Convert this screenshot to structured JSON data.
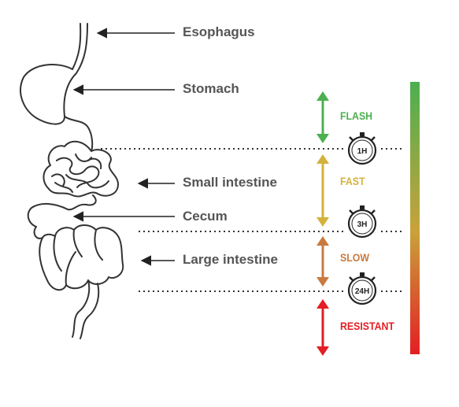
{
  "labels": {
    "esophagus": "Esophagus",
    "stomach": "Stomach",
    "small_intestine": "Small intestine",
    "cecum": "Cecum",
    "large_intestine": "Large intestine"
  },
  "speeds": [
    {
      "label": "FLASH",
      "color": "#4caf50"
    },
    {
      "label": "FAST",
      "color": "#d4b13c"
    },
    {
      "label": "SLOW",
      "color": "#c87a3f"
    },
    {
      "label": "RESISTANT",
      "color": "#e31e24"
    }
  ],
  "timers": [
    "1H",
    "3H",
    "24H"
  ],
  "gradient": {
    "top_color": "#4caf50",
    "mid_color": "#c9a23a",
    "bottom_color": "#e31e24"
  }
}
